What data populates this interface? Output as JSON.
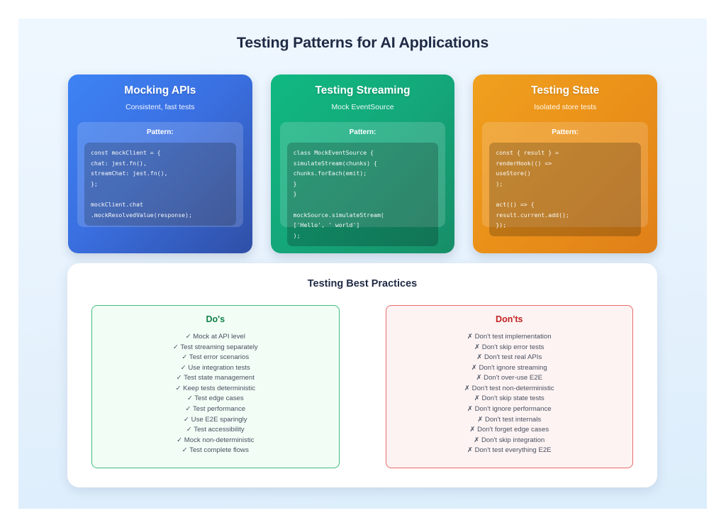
{
  "page": {
    "title": "Testing Patterns for AI Applications",
    "background_top": "#eff7fe",
    "background_bottom": "#dcedfb"
  },
  "cards": [
    {
      "title": "Mocking APIs",
      "subtitle": "Consistent, fast tests",
      "pattern_label": "Pattern:",
      "accent": "#3d83f5",
      "accent_end": "#2f4fa6",
      "code": "const mockClient = {\nchat: jest.fn(),\nstreamChat: jest.fn(),\n};\n\nmockClient.chat\n.mockResolvedValue(response);"
    },
    {
      "title": "Testing Streaming",
      "subtitle": "Mock EventSource",
      "pattern_label": "Pattern:",
      "accent": "#10b981",
      "accent_end": "#178e68",
      "code": "class MockEventSource {\nsimulateStream(chunks) {\nchunks.forEach(emit);\n}\n}\n\nmockSource.simulateStream(\n['Hello', ' world']\n);"
    },
    {
      "title": "Testing State",
      "subtitle": "Isolated store tests",
      "pattern_label": "Pattern:",
      "accent": "#f0a01e",
      "accent_end": "#df8019",
      "code": "const { result } =\nrenderHook(() =>\nuseStore()\n);\n\nact(() => {\nresult.current.add();\n});"
    }
  ],
  "best_practices": {
    "title": "Testing Best Practices",
    "dos": {
      "title": "Do's",
      "mark": "✓",
      "color": "#128148",
      "items": [
        "Mock at API level",
        "Test streaming separately",
        "Test error scenarios",
        "Use integration tests",
        "Test state management",
        "Keep tests deterministic",
        "Test edge cases",
        "Test performance",
        "Use E2E sparingly",
        "Test accessibility",
        "Mock non-deterministic",
        "Test complete flows"
      ]
    },
    "donts": {
      "title": "Don'ts",
      "mark": "✗",
      "color": "#c32222",
      "items": [
        "Don't test implementation",
        "Don't skip error tests",
        "Don't test real APIs",
        "Don't ignore streaming",
        "Don't over-use E2E",
        "Don't test non-deterministic",
        "Don't skip state tests",
        "Don't ignore performance",
        "Don't test internals",
        "Don't forget edge cases",
        "Don't skip integration",
        "Don't test everything E2E"
      ]
    }
  }
}
